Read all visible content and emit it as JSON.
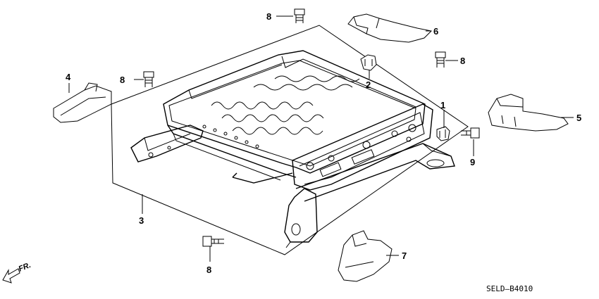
{
  "callouts": {
    "c1": "1",
    "c2": "2",
    "c3": "3",
    "c4": "4",
    "c5": "5",
    "c6": "6",
    "c7": "7",
    "c8a": "8",
    "c8b": "8",
    "c8c": "8",
    "c8d": "8",
    "c9": "9"
  },
  "direction_label": "FR.",
  "diagram_code": "SELD—B4010"
}
